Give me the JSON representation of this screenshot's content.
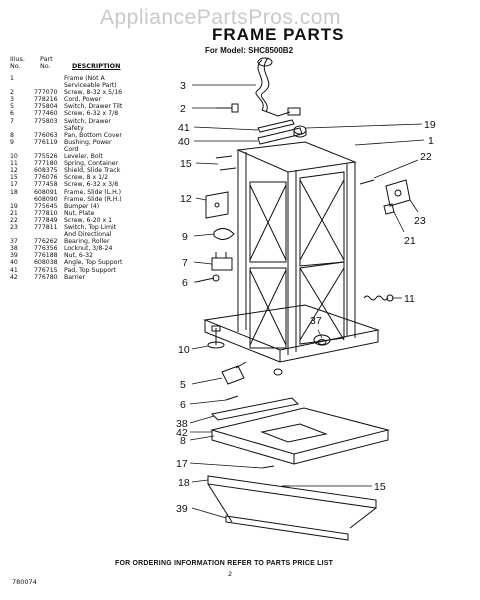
{
  "watermark": "AppliancePartsPros.com",
  "title": "FRAME PARTS",
  "model_line": "For Model: SHC8500B2",
  "table": {
    "col_illus_line1": "Illus.",
    "col_illus_line2": "No.",
    "col_part_line1": "Part",
    "col_part_line2": "No.",
    "col_desc": "DESCRIPTION",
    "rows": [
      {
        "illus": "1",
        "part": "",
        "desc": [
          "Frame (Not A",
          "Serviceable Part)"
        ]
      },
      {
        "illus": "2",
        "part": "777070",
        "desc": [
          "Screw, 8-32 x 5/16"
        ]
      },
      {
        "illus": "3",
        "part": "778216",
        "desc": [
          "Cord, Power"
        ]
      },
      {
        "illus": "5",
        "part": "775804",
        "desc": [
          "Switch, Drawer Tilt"
        ]
      },
      {
        "illus": "6",
        "part": "777460",
        "desc": [
          "Screw, 6-32 x 7/8"
        ]
      },
      {
        "illus": "7",
        "part": "775803",
        "desc": [
          "Switch, Drawer",
          "Safety"
        ]
      },
      {
        "illus": "8",
        "part": "776063",
        "desc": [
          "Pan, Bottom Cover"
        ]
      },
      {
        "illus": "9",
        "part": "776119",
        "desc": [
          "Bushing, Power",
          "Cord"
        ]
      },
      {
        "illus": "10",
        "part": "775526",
        "desc": [
          "Leveler, Bolt"
        ]
      },
      {
        "illus": "11",
        "part": "777180",
        "desc": [
          "Spring, Container"
        ]
      },
      {
        "illus": "12",
        "part": "608375",
        "desc": [
          "Shield, Slide Track"
        ]
      },
      {
        "illus": "15",
        "part": "776076",
        "desc": [
          "Screw, 8 x 1/2"
        ]
      },
      {
        "illus": "17",
        "part": "777458",
        "desc": [
          "Screw, 6-32 x 3/8"
        ]
      },
      {
        "illus": "18",
        "part": "608091",
        "desc": [
          "Frame, Slide (L.H.)"
        ]
      },
      {
        "illus": "",
        "part": "608090",
        "desc": [
          "Frame, Slide (R.H.)"
        ]
      },
      {
        "illus": "19",
        "part": "775645",
        "desc": [
          "Bumper (4)"
        ]
      },
      {
        "illus": "21",
        "part": "777810",
        "desc": [
          "Nut, Plate"
        ]
      },
      {
        "illus": "22",
        "part": "777849",
        "desc": [
          "Screw, 6-20 x 1"
        ]
      },
      {
        "illus": "23",
        "part": "777811",
        "desc": [
          "Switch, Top Limit",
          "And Directional"
        ]
      },
      {
        "illus": "37",
        "part": "776262",
        "desc": [
          "Bearing, Roller"
        ]
      },
      {
        "illus": "38",
        "part": "776356",
        "desc": [
          "Locknut, 3/8-24"
        ]
      },
      {
        "illus": "39",
        "part": "776188",
        "desc": [
          "Nut, 6-32"
        ]
      },
      {
        "illus": "40",
        "part": "608038",
        "desc": [
          "Angle, Top Support"
        ]
      },
      {
        "illus": "41",
        "part": "776715",
        "desc": [
          "Pad, Top Support"
        ]
      },
      {
        "illus": "42",
        "part": "776780",
        "desc": [
          "Barrier"
        ]
      }
    ]
  },
  "callouts": {
    "c3": "3",
    "c2": "2",
    "c41": "41",
    "c40": "40",
    "c15a": "15",
    "c12": "12",
    "c9": "9",
    "c7": "7",
    "c6a": "6",
    "c10": "10",
    "c5": "5",
    "c6b": "6",
    "c38": "38",
    "c42": "42",
    "c8": "8",
    "c17": "17",
    "c18": "18",
    "c39": "39",
    "c19": "19",
    "c1": "1",
    "c22": "22",
    "c23": "23",
    "c21": "21",
    "c11": "11",
    "c37": "37",
    "c15b": "15"
  },
  "footer": "FOR ORDERING INFORMATION REFER TO PARTS PRICE LIST",
  "doc_code": "780074",
  "page_number": "2"
}
